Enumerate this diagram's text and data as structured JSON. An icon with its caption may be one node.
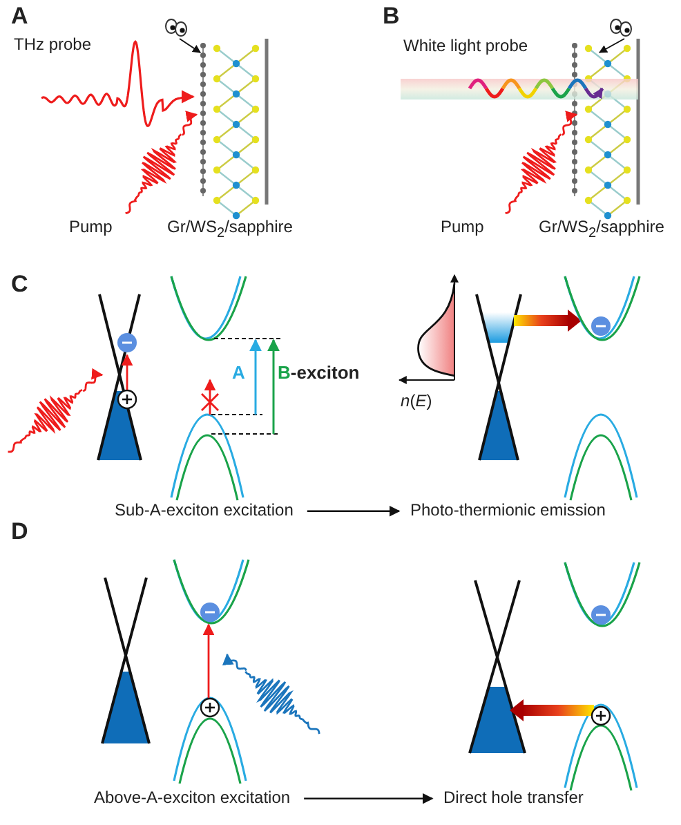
{
  "diagram": {
    "nodes": [
      {
        "text": [
          "Sub-A-exciton excitation"
        ]
      },
      {
        "text": [
          "Photo-thermionic emission"
        ]
      },
      {
        "text": [
          "Above-A-exciton excitation"
        ]
      },
      {
        "text": [
          "Direct hole transfer"
        ]
      }
    ],
    "edges": [
      {
        "from": 0,
        "to": 1,
        "arrow": "to"
      },
      {
        "from": 2,
        "to": 3,
        "arrow": "to"
      }
    ],
    "labels": [
      "A",
      "THz probe",
      "Pump",
      "Gr/WS$_{2}$/sapphire",
      "B",
      "White light probe",
      "Pump",
      "Gr/WS$_{2}$/sapphire",
      "C",
      "A",
      "B-exciton",
      "*n*(*E*)",
      "D"
    ]
  }
}
